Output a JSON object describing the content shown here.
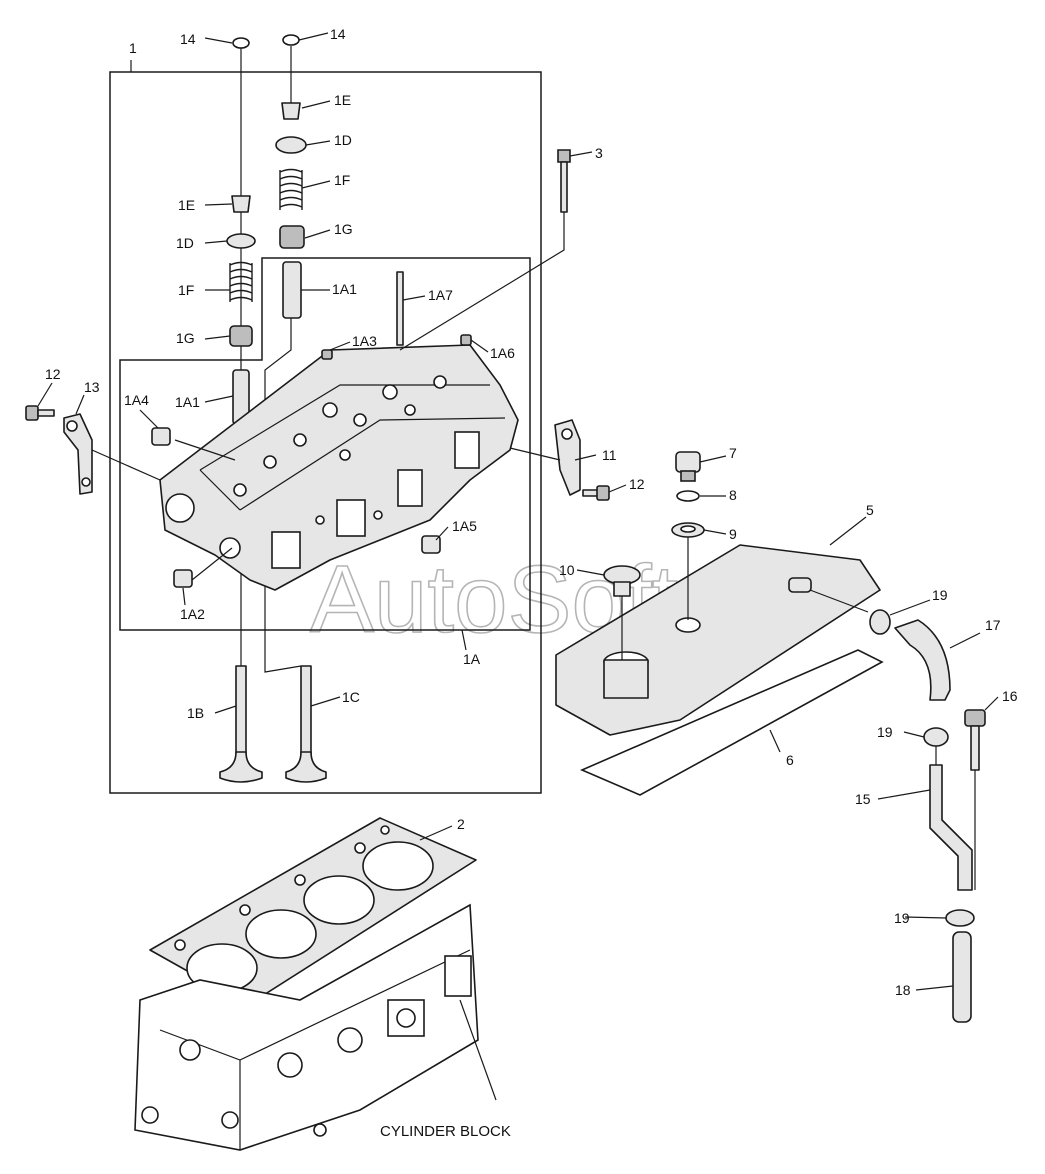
{
  "watermark": "AutoSoft",
  "caption": "CYLINDER BLOCK",
  "labels": {
    "p1": "1",
    "p1A": "1A",
    "p1A1a": "1A1",
    "p1A1b": "1A1",
    "p1A2": "1A2",
    "p1A3": "1A3",
    "p1A4": "1A4",
    "p1A5": "1A5",
    "p1A6": "1A6",
    "p1A7": "1A7",
    "p1B": "1B",
    "p1C": "1C",
    "p1Da": "1D",
    "p1Db": "1D",
    "p1Ea": "1E",
    "p1Eb": "1E",
    "p1Fa": "1F",
    "p1Fb": "1F",
    "p1Ga": "1G",
    "p1Gb": "1G",
    "p2": "2",
    "p3": "3",
    "p5": "5",
    "p6": "6",
    "p7": "7",
    "p8": "8",
    "p9": "9",
    "p10": "10",
    "p11": "11",
    "p12a": "12",
    "p12b": "12",
    "p13": "13",
    "p14a": "14",
    "p14b": "14",
    "p15": "15",
    "p16": "16",
    "p17": "17",
    "p18": "18",
    "p19a": "19",
    "p19b": "19",
    "p19c": "19"
  }
}
